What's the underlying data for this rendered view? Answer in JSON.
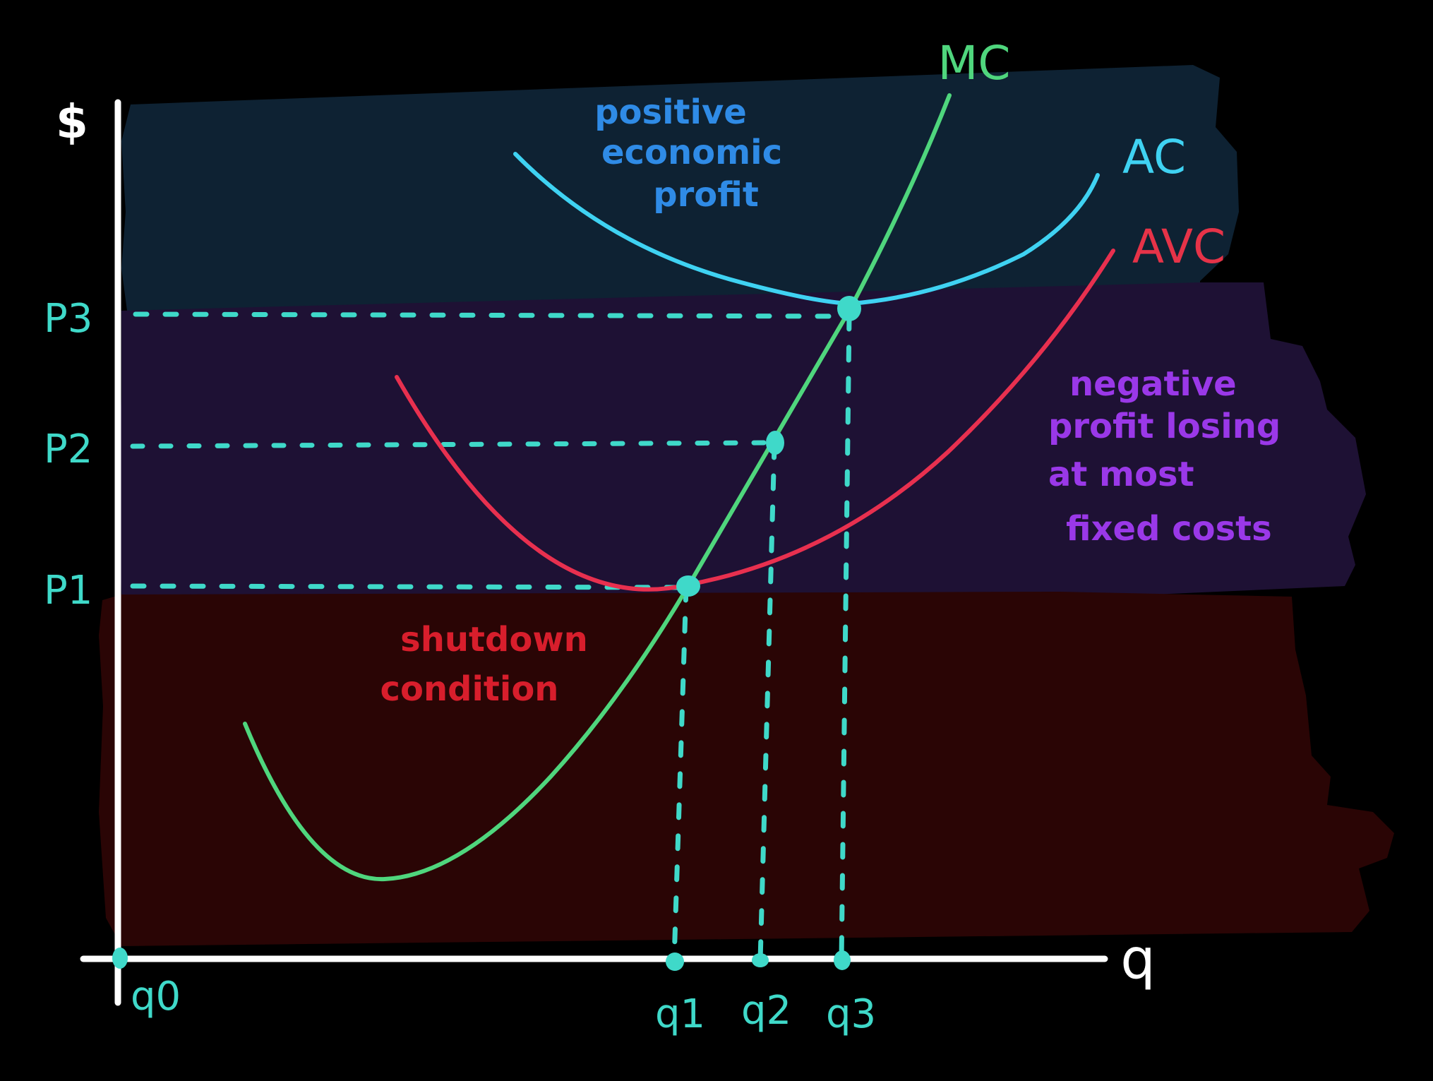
{
  "axes": {
    "y_label": "$",
    "x_label": "q"
  },
  "price_labels": {
    "p3": "P3",
    "p2": "P2",
    "p1": "P1"
  },
  "quantity_labels": {
    "q0": "q0",
    "q1": "q1",
    "q2": "q2",
    "q3": "q3"
  },
  "curves": {
    "mc": "MC",
    "ac": "AC",
    "avc": "AVC"
  },
  "regions": {
    "profit": [
      "positive",
      "economic",
      "profit"
    ],
    "loss": [
      "negative",
      "profit losing",
      "at most",
      "fixed costs"
    ],
    "shutdown": [
      "shutdown",
      "condition"
    ]
  },
  "colors": {
    "background": "#000000",
    "axis": "#ffffff",
    "mc": "#4fd67d",
    "ac": "#3fd2f2",
    "avc": "#e8304f",
    "guide": "#3fd9c9",
    "profit_band": "#0e2233",
    "loss_band": "#1e1134",
    "shutdown_band": "#2a0505",
    "profit_text": "#2f8be6",
    "loss_text": "#9a38e8",
    "shutdown_text": "#d81e2c",
    "avc_label": "#e63348",
    "tick_text": "#3fd9c9"
  }
}
